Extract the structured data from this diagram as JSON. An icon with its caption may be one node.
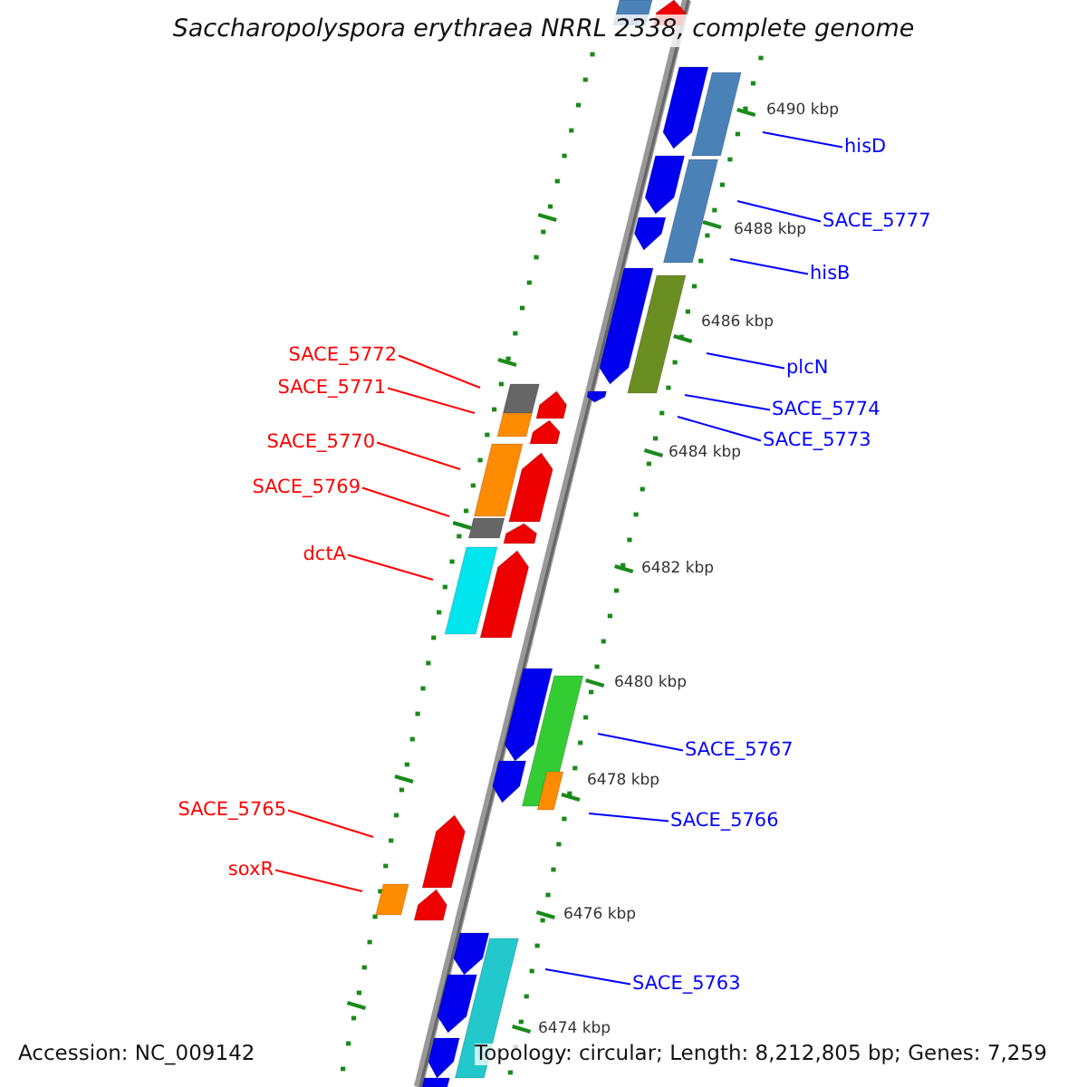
{
  "diagram": {
    "title": "Saccharopolyspora erythraea NRRL 2338, complete genome",
    "nodes": [
      {
        "text": [
          "hisD"
        ]
      },
      {
        "text": [
          "SACE_5777"
        ]
      },
      {
        "text": [
          "hisB"
        ]
      },
      {
        "text": [
          "plcN"
        ]
      },
      {
        "text": [
          "SACE_5774"
        ]
      },
      {
        "text": [
          "SACE_5773"
        ]
      },
      {
        "text": [
          "SACE_5772"
        ]
      },
      {
        "text": [
          "SACE_5771"
        ]
      },
      {
        "text": [
          "SACE_5770"
        ]
      },
      {
        "text": [
          "SACE_5769"
        ]
      },
      {
        "text": [
          "dctA"
        ]
      },
      {
        "text": [
          "SACE_5767"
        ]
      },
      {
        "text": [
          "SACE_5766"
        ]
      },
      {
        "text": [
          "SACE_5765"
        ]
      },
      {
        "text": [
          "soxR"
        ]
      },
      {
        "text": [
          "SACE_5763"
        ]
      }
    ],
    "edges": [
      {
        "from": 0,
        "to": null,
        "arrow": "none"
      },
      {
        "from": 1,
        "to": null,
        "arrow": "none"
      },
      {
        "from": 2,
        "to": null,
        "arrow": "none"
      },
      {
        "from": 3,
        "to": null,
        "arrow": "none"
      },
      {
        "from": 4,
        "to": null,
        "arrow": "none"
      },
      {
        "from": 5,
        "to": null,
        "arrow": "none"
      },
      {
        "from": 6,
        "to": null,
        "arrow": "none",
        "color": "#ff0000"
      },
      {
        "from": 7,
        "to": null,
        "arrow": "none",
        "color": "#ff0000"
      },
      {
        "from": 8,
        "to": null,
        "arrow": "none",
        "color": "#ff0000"
      },
      {
        "from": 9,
        "to": null,
        "arrow": "none",
        "color": "#ff0000"
      },
      {
        "from": 10,
        "to": null,
        "arrow": "none",
        "color": "#ff0000"
      },
      {
        "from": 11,
        "to": null,
        "arrow": "none"
      },
      {
        "from": 12,
        "to": null,
        "arrow": "none"
      },
      {
        "from": 13,
        "to": null,
        "arrow": "none",
        "color": "#ff0000"
      },
      {
        "from": 14,
        "to": null,
        "arrow": "none",
        "color": "#ff0000"
      },
      {
        "from": 15,
        "to": null,
        "arrow": "none"
      }
    ],
    "labels": [
      "6490 kbp",
      "6488 kbp",
      "6486 kbp",
      "6484 kbp",
      "6482 kbp",
      "6480 kbp",
      "6478 kbp",
      "6476 kbp",
      "6474 kbp",
      "Accession: NC_009142",
      "Topology: circular; Length: 8,212,805 bp; Genes: 7,259"
    ]
  }
}
